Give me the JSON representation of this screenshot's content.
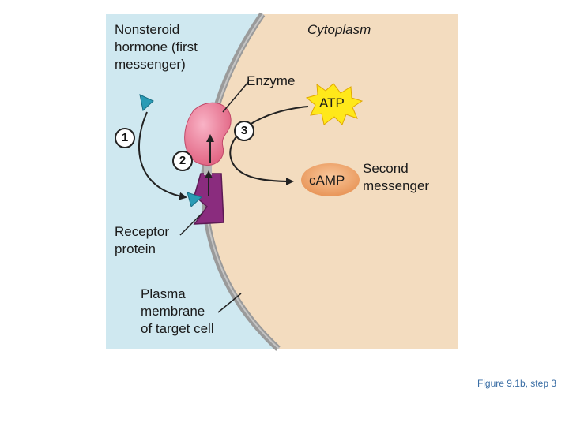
{
  "labels": {
    "hormone_line1": "Nonsteroid",
    "hormone_line2": "hormone (first",
    "hormone_line3": "messenger)",
    "cytoplasm": "Cytoplasm",
    "enzyme": "Enzyme",
    "atp": "ATP",
    "camp": "cAMP",
    "second_line1": "Second",
    "second_line2": "messenger",
    "receptor_line1": "Receptor",
    "receptor_line2": "protein",
    "membrane_line1": "Plasma",
    "membrane_line2": "membrane",
    "membrane_line3": "of target cell"
  },
  "steps": [
    "1",
    "2",
    "3"
  ],
  "caption": "Figure 9.1b, step 3",
  "colors": {
    "extracellular": "#cfe8f0",
    "cytoplasm": "#f3dcbf",
    "membrane": "#9a9a9a",
    "enzyme": "#f07a9a",
    "receptor": "#8a2c7e",
    "hormone": "#2a9bb5",
    "atp_burst": "#ffe81a",
    "camp": "#f0a868"
  }
}
